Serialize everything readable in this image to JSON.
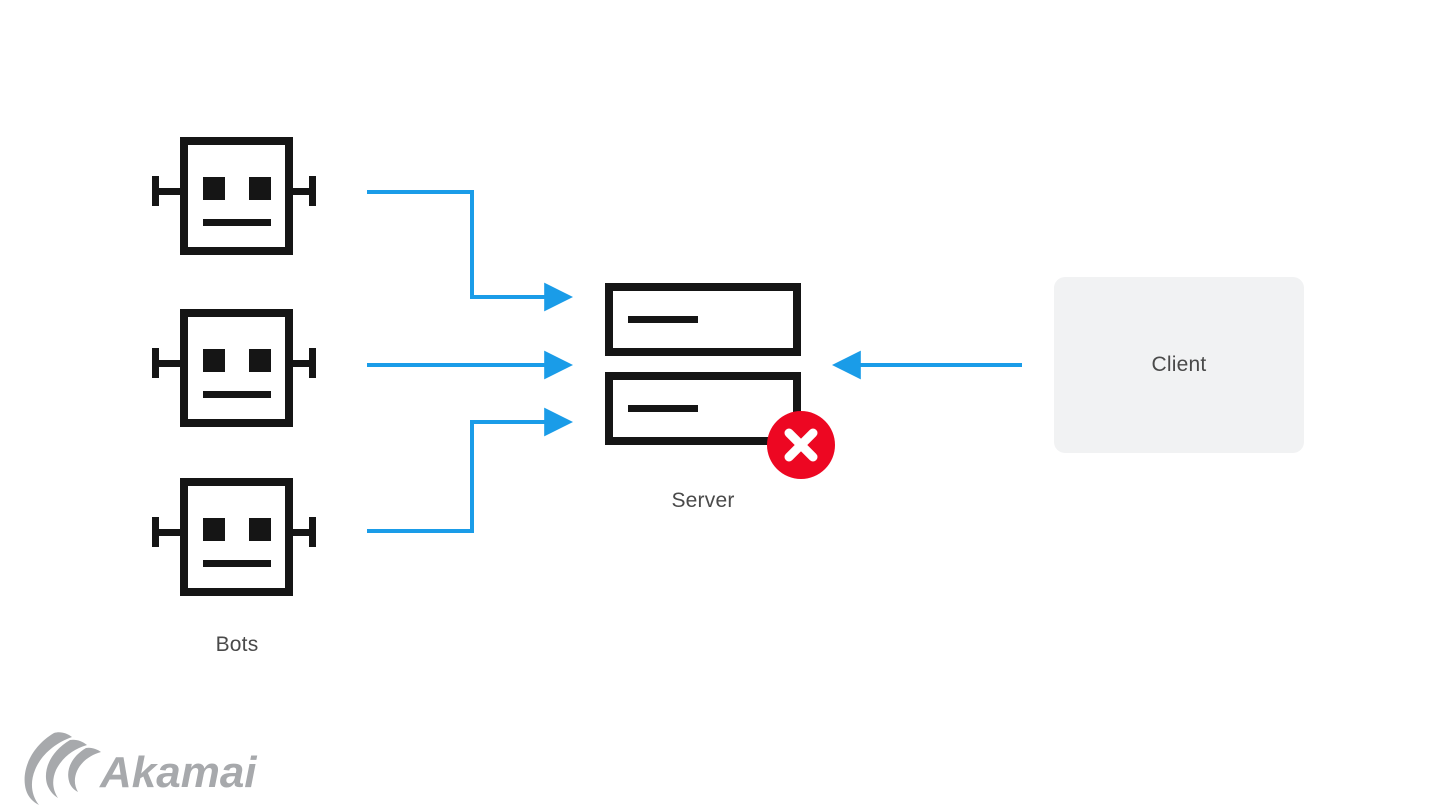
{
  "diagram": {
    "title": "Bots overwhelming a server while a legitimate client request is blocked",
    "background_color": "#ffffff",
    "accent_color": "#1a9ce8",
    "error_color": "#ed0722",
    "stroke_color": "#151515",
    "label_color": "#4a4a4a",
    "panel_color": "#f1f2f3"
  },
  "nodes": {
    "bots": {
      "label": "Bots",
      "icon": "robot-face-icon",
      "count": 3,
      "items": [
        {
          "name": "bot-icon-1"
        },
        {
          "name": "bot-icon-2"
        },
        {
          "name": "bot-icon-3"
        }
      ]
    },
    "server": {
      "label": "Server",
      "icon": "server-rack-icon",
      "units": 2,
      "status_badge": {
        "name": "error-badge",
        "glyph": "✕",
        "color": "#ed0722",
        "meaning": "blocked"
      }
    },
    "client": {
      "label": "Client",
      "icon": "client-panel-icon"
    }
  },
  "connections": [
    {
      "name": "bot-1-to-server",
      "from": "bot-icon-1",
      "to": "server",
      "shape": "elbow-down",
      "color": "#1a9ce8"
    },
    {
      "name": "bot-2-to-server",
      "from": "bot-icon-2",
      "to": "server",
      "shape": "straight",
      "color": "#1a9ce8"
    },
    {
      "name": "bot-3-to-server",
      "from": "bot-icon-3",
      "to": "server",
      "shape": "elbow-up",
      "color": "#1a9ce8"
    },
    {
      "name": "client-to-server",
      "from": "client",
      "to": "server",
      "shape": "straight-left",
      "color": "#1a9ce8"
    }
  ],
  "branding": {
    "logo_name": "akamai-logo",
    "wordmark": "Akamai",
    "color": "#a7a9ac"
  }
}
